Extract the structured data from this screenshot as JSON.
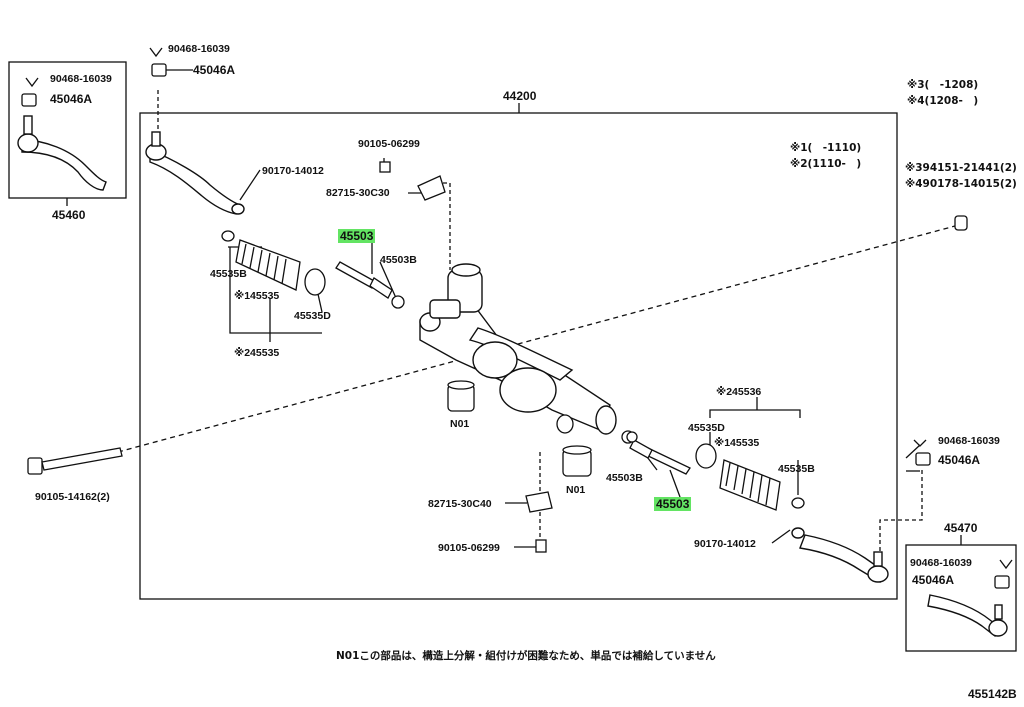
{
  "diagram_id": "455142B",
  "assembly": "44200",
  "footnote": "N01この部品は、構造上分解・組付けが困難なため、単品では補給していません",
  "legend": {
    "r1": "※1(　-1110)",
    "r2": "※2(1110-　)",
    "r3": "※3(　-1208)",
    "r4": "※4(1208-　)",
    "r5": "※394151-21441(2)",
    "r6": "※490178-14015(2)"
  },
  "inset_left": {
    "title": "45460",
    "bolt": "90468-16039",
    "nut": "45046A"
  },
  "inset_right": {
    "title": "45470",
    "bolt": "90468-16039",
    "nut": "45046A"
  },
  "labels": {
    "top_bolt": "90468-16039",
    "top_nut": "45046A",
    "right_bolt": "90468-16039",
    "right_nut": "45046A",
    "p90170_left": "90170-14012",
    "p90105_top": "90105-06299",
    "p82715_top": "82715-30C30",
    "p45503_left": "45503",
    "p45503b_left": "45503B",
    "p45535b_left": "45535B",
    "p145535_left": "※145535",
    "p45535d_left": "45535D",
    "p245535_left": "※245535",
    "n01_left": "N01",
    "n01_right": "N01",
    "p245536_right": "※245536",
    "p45535d_right": "45535D",
    "p145535_right": "※145535",
    "p45535b_right": "45535B",
    "p45503b_right": "45503B",
    "p45503_right": "45503",
    "p82715_bottom": "82715-30C40",
    "p90105_bottom": "90105-06299",
    "p90170_right": "90170-14012",
    "p90105_long": "90105-14162(2)"
  },
  "colors": {
    "highlight": "#63e463",
    "ink": "#111111"
  }
}
